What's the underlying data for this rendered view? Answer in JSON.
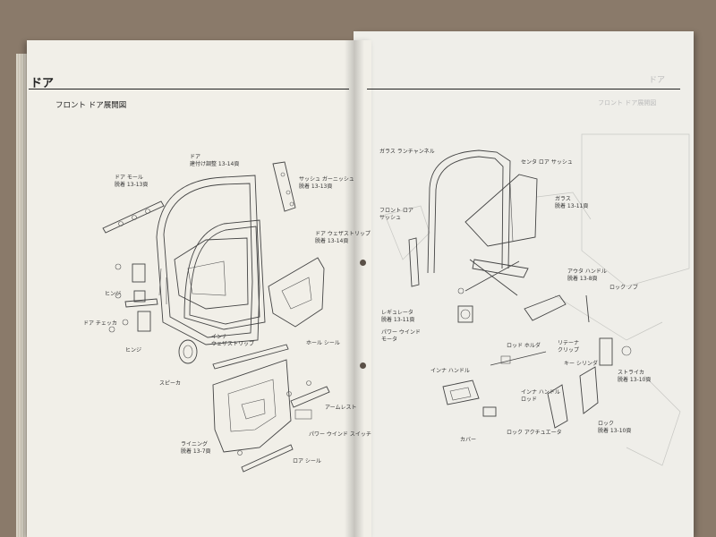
{
  "left_page": {
    "header": "ドア",
    "section_title": "フロント ドア展開図",
    "labels": {
      "door_mold": "ドア モール",
      "door_mold_ref": "脱着 13-13頁",
      "door": "ドア",
      "door_ref": "建付け調整 13-14頁",
      "sash_garnish": "サッシュ ガーニッシュ",
      "sash_garnish_ref": "脱着 13-13頁",
      "door_weatherstrip": "ドア ウェザストリップ",
      "door_weatherstrip_ref": "脱着 13-14頁",
      "hinge_1": "ヒンジ",
      "door_checker": "ドア チェッカ",
      "hinge_2": "ヒンジ",
      "hole_seal": "ホール シール",
      "inner_weatherstrip_1": "インナ",
      "inner_weatherstrip_2": "ウェザストリップ",
      "speaker": "スピーカ",
      "armrest": "アームレスト",
      "power_window_switch": "パワー ウインド スイッチ",
      "lining": "ライニング",
      "lining_ref": "脱着 13-7頁",
      "lower_seal": "ロア シール"
    }
  },
  "right_page": {
    "header_ghost": "ドア",
    "section_ghost": "フロント ドア展開図",
    "labels": {
      "glass_run_channel": "ガラス ランチャンネル",
      "center_lower_sash": "センタ ロア サッシュ",
      "front_lower_sash_1": "フロント ロア",
      "front_lower_sash_2": "サッシュ",
      "glass": "ガラス",
      "glass_ref": "脱着 13-11頁",
      "outer_handle": "アウタ ハンドル",
      "outer_handle_ref": "脱着 13-8頁",
      "lock_knob": "ロック ノブ",
      "regulator": "レギュレータ",
      "regulator_ref": "脱着 13-11頁",
      "power_window_motor_1": "パワー ウインド",
      "power_window_motor_2": "モータ",
      "rod_holder": "ロッド ホルダ",
      "retainer_clip_1": "リテーナ",
      "retainer_clip_2": "クリップ",
      "key_cylinder": "キー シリンダ",
      "inner_handle": "インナ ハンドル",
      "striker": "ストライカ",
      "striker_ref": "脱着 13-10頁",
      "inner_handle_rod_1": "インナ ハンドル",
      "inner_handle_rod_2": "ロッド",
      "lock": "ロック",
      "lock_ref": "脱着 13-10頁",
      "lock_actuator": "ロック アクチュエータ",
      "cover": "カバー"
    }
  }
}
